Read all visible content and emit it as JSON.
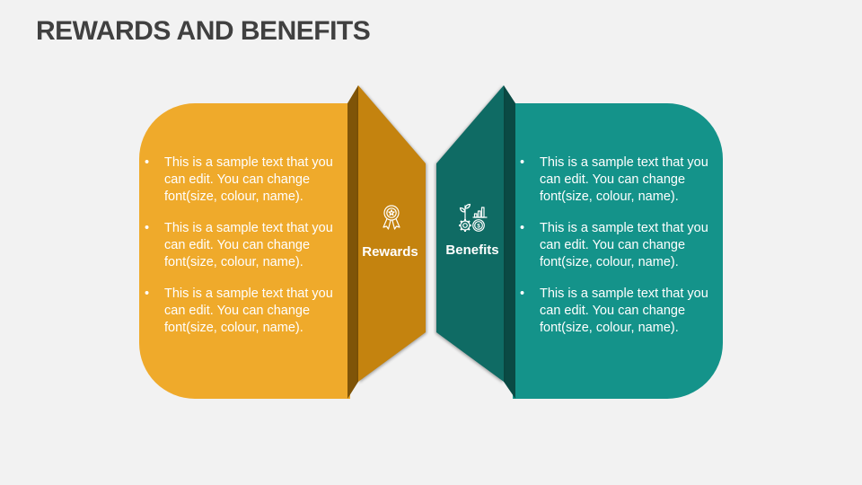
{
  "title": "REWARDS AND BENEFITS",
  "colors": {
    "background": "#f2f2f2",
    "title": "#404040",
    "reward_box": "#EFAA2B",
    "reward_strip": "#7F5408",
    "reward_fold": "#C4830F",
    "benefit_box": "#14938A",
    "benefit_strip": "#0A4A44",
    "benefit_fold": "#0F6B64",
    "text": "#ffffff"
  },
  "rewards": {
    "label": "Rewards",
    "icon": "medal-icon",
    "bullet": "•",
    "items": [
      "This is a sample text that you can edit. You can change font(size, colour, name).",
      "This is a sample text that you can edit. You can change font(size, colour, name).",
      "This is a sample text that you can edit. You can change font(size, colour, name)."
    ]
  },
  "benefits": {
    "label": "Benefits",
    "icon": "growth-money-icon",
    "bullet": "•",
    "items": [
      "This is a sample text that you can edit. You can change font(size, colour, name).",
      "This is a sample text that you can edit. You can change font(size, colour, name).",
      "This is a sample text that you can edit. You can change font(size, colour, name)."
    ],
    "coin_symbol": "$"
  }
}
